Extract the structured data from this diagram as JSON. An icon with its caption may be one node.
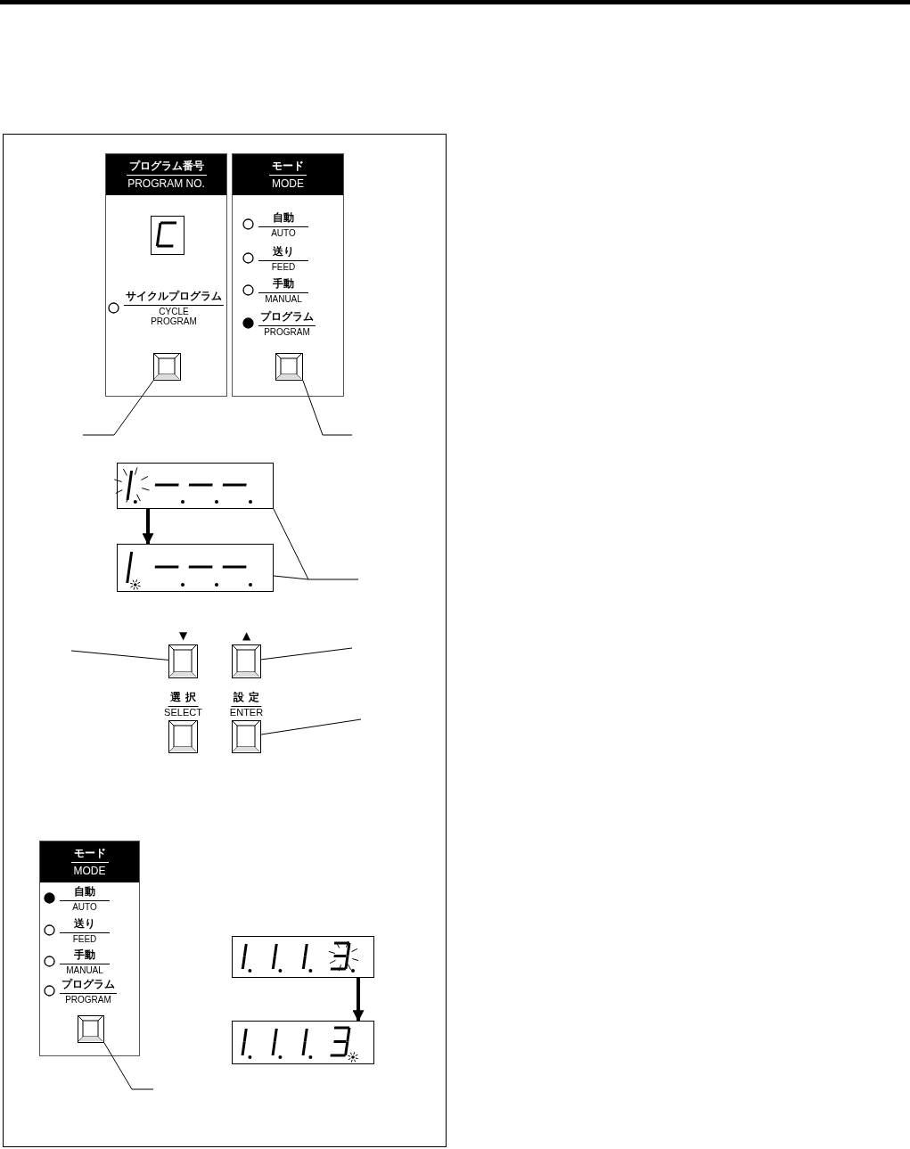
{
  "diagram": {
    "nodes": [
      {
        "text": [
          "プログラム番号",
          "PROGRAM NO."
        ]
      },
      {
        "text": [],
        "shape": "box",
        "in": 0
      },
      {
        "text": [
          "サイクルプログラム",
          "CYCLE PROGRAM"
        ],
        "in": 0
      },
      {
        "text": [],
        "shape": "box",
        "in": 0
      },
      {
        "text": [
          "モード",
          "MODE"
        ]
      },
      {
        "text": [
          "自動",
          "AUTO"
        ],
        "in": 4
      },
      {
        "text": [
          "送り",
          "FEED"
        ],
        "in": 4
      },
      {
        "text": [
          "手動",
          "MANUAL"
        ],
        "in": 4
      },
      {
        "text": [
          "プログラム",
          "PROGRAM"
        ],
        "in": 4
      },
      {
        "text": [],
        "shape": "box",
        "in": 4
      },
      {
        "text": [],
        "shape": "box"
      },
      {
        "text": [],
        "shape": "box"
      },
      {
        "text": [],
        "shape": "box",
        "beside": [
          "▼"
        ]
      },
      {
        "text": [],
        "shape": "box",
        "beside": [
          "▲"
        ]
      },
      {
        "text": [],
        "shape": "box",
        "beside": [
          "選 択",
          "SELECT"
        ]
      },
      {
        "text": [],
        "shape": "box",
        "beside": [
          "設 定",
          "ENTER"
        ]
      },
      {
        "text": [
          "モード",
          "MODE"
        ]
      },
      {
        "text": [
          "自動",
          "AUTO"
        ],
        "in": 16
      },
      {
        "text": [
          "送り",
          "FEED"
        ],
        "in": 16
      },
      {
        "text": [
          "手動",
          "MANUAL"
        ],
        "in": 16
      },
      {
        "text": [
          "プログラム",
          "PROGRAM"
        ],
        "in": 16
      },
      {
        "text": [],
        "shape": "box",
        "in": 16
      },
      {
        "text": [],
        "shape": "box"
      },
      {
        "text": [],
        "shape": "box"
      }
    ],
    "edges": [
      {
        "from": null,
        "to": 3,
        "arrow": "none"
      },
      {
        "from": null,
        "to": 9,
        "arrow": "none"
      },
      {
        "from": null,
        "to": 10,
        "arrow": "none"
      },
      {
        "from": null,
        "to": 11,
        "arrow": "none"
      },
      {
        "from": 10,
        "to": 11,
        "arrow": "to",
        "style": "thick"
      },
      {
        "from": null,
        "to": 12,
        "arrow": "none"
      },
      {
        "from": null,
        "to": 13,
        "arrow": "none"
      },
      {
        "from": null,
        "to": 15,
        "arrow": "none"
      },
      {
        "from": null,
        "to": 21,
        "arrow": "none"
      },
      {
        "from": 22,
        "to": 23,
        "arrow": "to",
        "style": "thick"
      }
    ]
  }
}
